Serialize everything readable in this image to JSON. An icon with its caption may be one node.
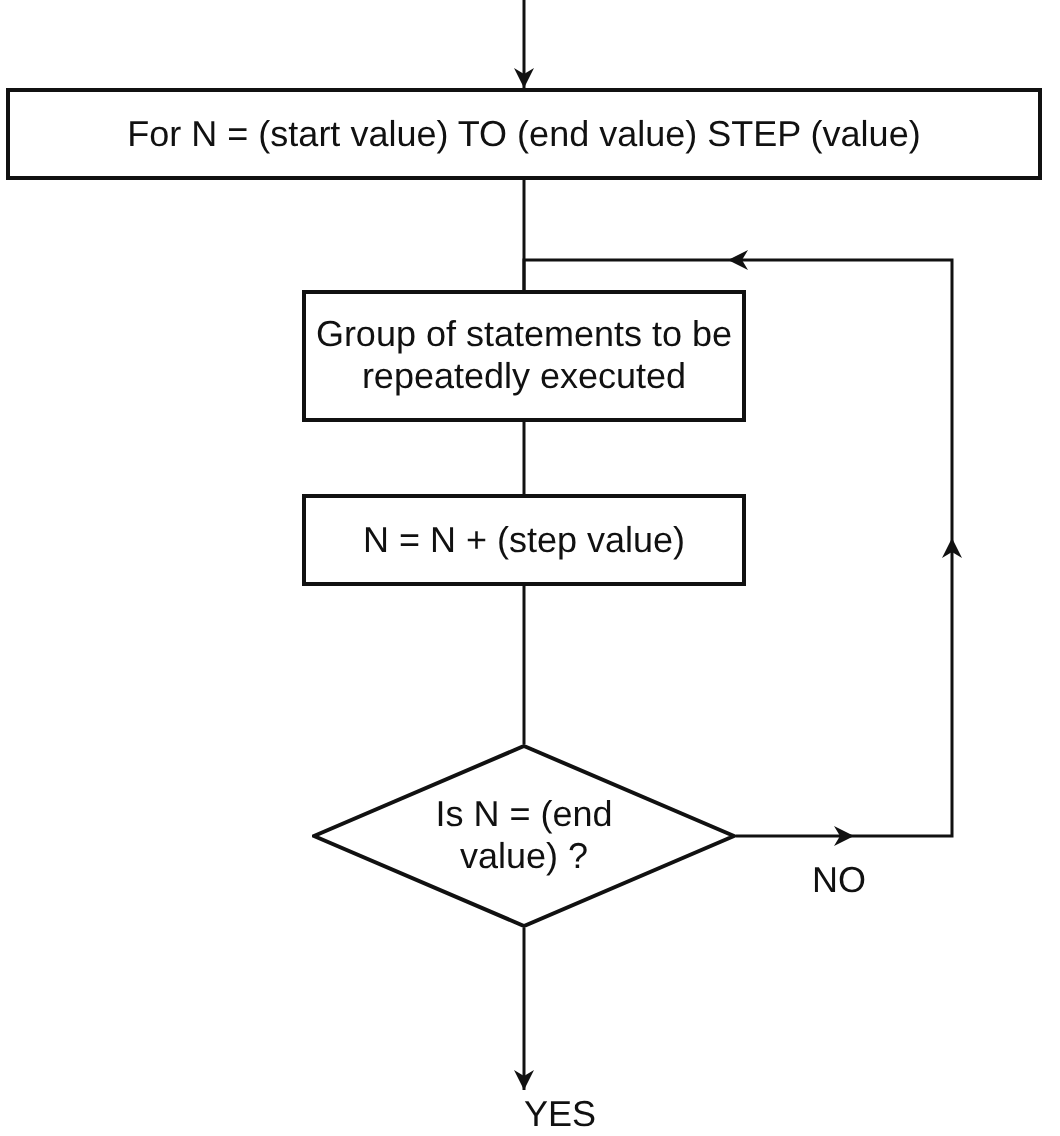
{
  "diagram": {
    "nodes": [
      {
        "text": [
          "For N = (start value) TO (end value) STEP (value)"
        ]
      },
      {
        "text": [
          "Group of statements to be repeatedly executed"
        ]
      },
      {
        "text": [
          "N = N + (step value)"
        ]
      },
      {
        "text": [
          "Is N = (end value) ?"
        ]
      }
    ],
    "edges": [
      {
        "from": null,
        "to": 0,
        "arrow": "to"
      },
      {
        "from": 0,
        "to": 1,
        "arrow": "none"
      },
      {
        "from": 1,
        "to": 2,
        "arrow": "none"
      },
      {
        "from": 2,
        "to": 3,
        "arrow": "none"
      },
      {
        "from": 3,
        "to": 1,
        "arrow": "to",
        "label": "NO"
      },
      {
        "from": 3,
        "to": null,
        "arrow": "to",
        "label": "YES"
      }
    ]
  }
}
